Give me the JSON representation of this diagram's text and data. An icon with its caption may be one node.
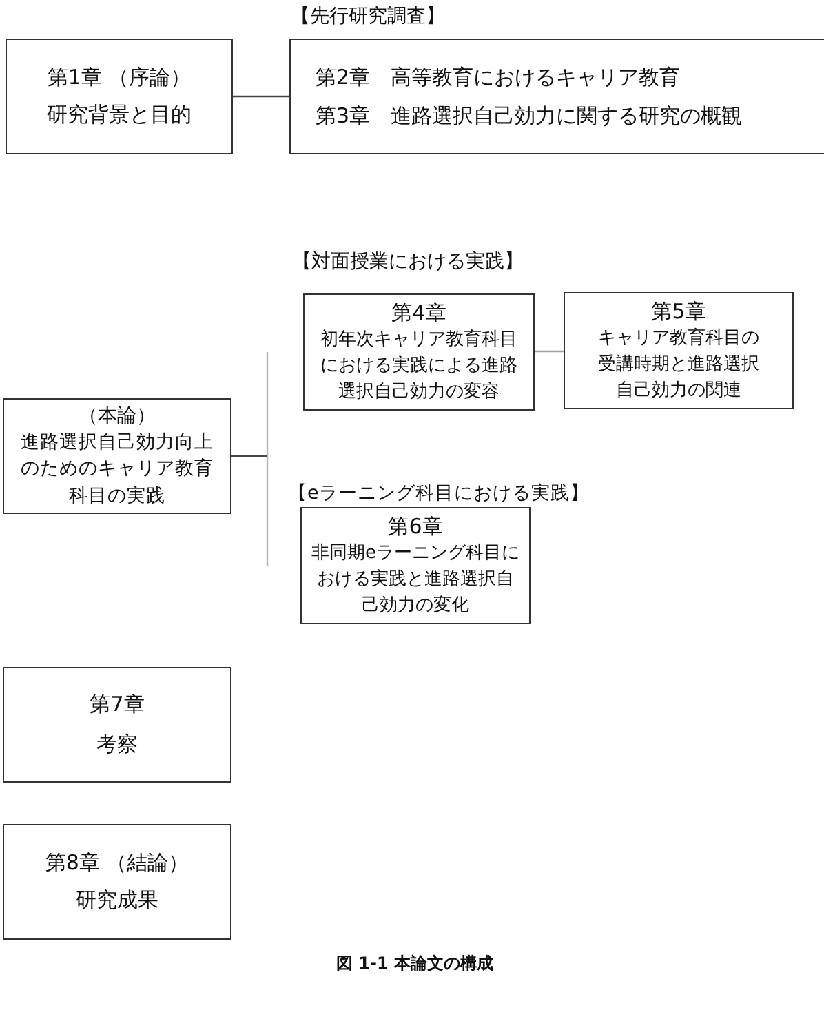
{
  "diagram": {
    "caption": "図 1-1 本論文の構成",
    "nodes": [
      {
        "text": [
          "第1章 （序論）",
          "研究背景と目的"
        ]
      },
      {
        "text": [
          "第2章　高等教育におけるキャリア教育",
          "第3章　進路選択自己効力に関する研究の概観"
        ],
        "beside": [
          "【先行研究調査】"
        ]
      },
      {
        "text": [
          "（本論）",
          "進路選択自己効力向上のためのキャリア教育科目の実践"
        ]
      },
      {
        "text": [
          "第4章",
          "初年次キャリア教育科目における実践による進路選択自己効力の変容"
        ]
      },
      {
        "text": [
          "第5章",
          "キャリア教育科目の受講時期と進路選択自己効力の関連"
        ]
      },
      {
        "text": [
          "第6章",
          "非同期eラーニング科目における実践と進路選択自己効力の変化"
        ],
        "beside": [
          "【eラーニング科目における実践】"
        ]
      },
      {
        "text": [
          "第7章",
          "考察"
        ]
      },
      {
        "text": [
          "第8章 （結論）",
          "研究成果"
        ]
      }
    ],
    "edges": [
      {
        "from": 0,
        "to": 1,
        "arrow": "none"
      },
      {
        "from": 3,
        "to": 4,
        "arrow": "none",
        "color": "#a0a0a0"
      },
      {
        "from": 2,
        "to": null,
        "arrow": "none"
      }
    ],
    "labels": [
      "【対面授業における実践】"
    ]
  }
}
